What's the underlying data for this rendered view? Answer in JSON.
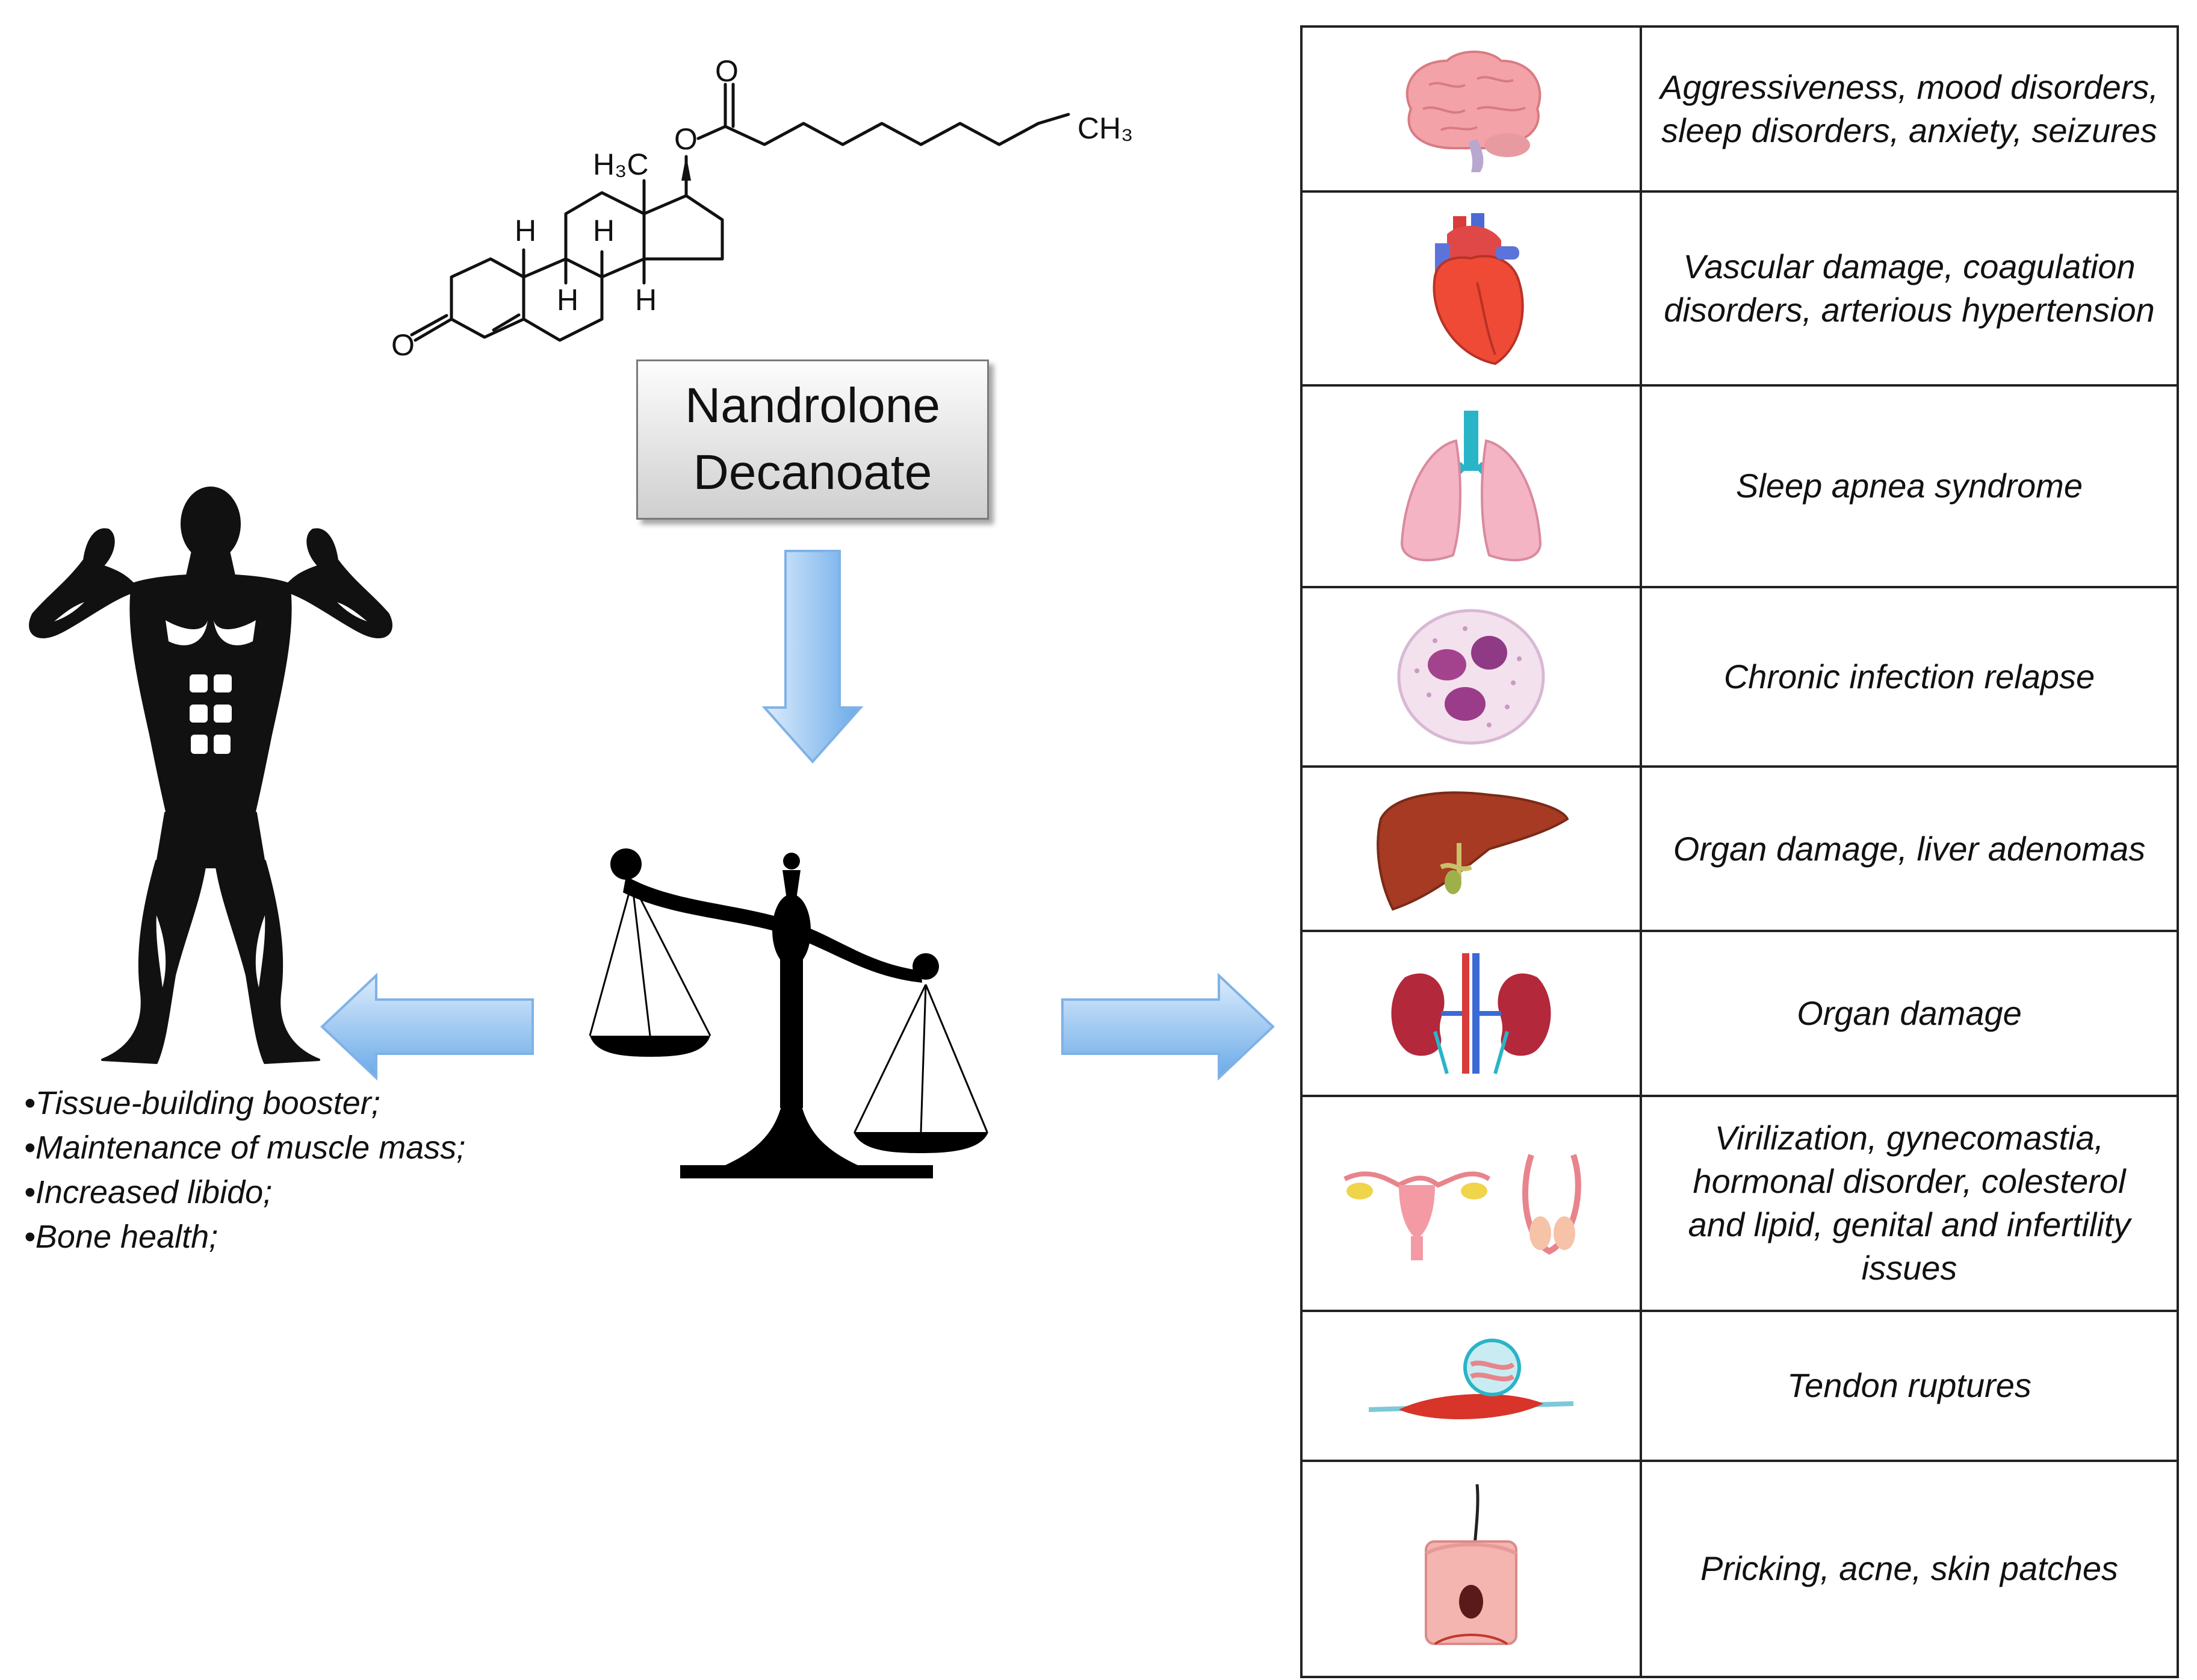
{
  "molecule": {
    "atoms": {
      "ketone_oxygen": "O",
      "carbonyl_oxygen": "O",
      "ester_oxygen": "O",
      "methyl_group": "H₃C",
      "terminal_group": "CH₃",
      "h1": "H",
      "h2": "H",
      "h3": "H",
      "h4": "H"
    }
  },
  "title": {
    "line1": "Nandrolone",
    "line2": "Decanoate"
  },
  "benefits": [
    "•Tissue-building booster;",
    "•Maintenance of muscle mass;",
    "•Increased libido;",
    "•Bone health;"
  ],
  "side_effects": [
    {
      "icon": "brain-icon",
      "text": "Aggressiveness, mood disorders, sleep disorders, anxiety, seizures"
    },
    {
      "icon": "heart-icon",
      "text": "Vascular damage, coagulation disorders, arterious hypertension"
    },
    {
      "icon": "lungs-icon",
      "text": "Sleep apnea syndrome"
    },
    {
      "icon": "white-blood-cell-icon",
      "text": "Chronic infection relapse"
    },
    {
      "icon": "liver-icon",
      "text": "Organ damage, liver adenomas"
    },
    {
      "icon": "kidneys-icon",
      "text": "Organ damage"
    },
    {
      "icon": "reproductive-organs-icon",
      "text": "Virilization, gynecomastia, hormonal disorder, colesterol and lipid, genital and infertility issues"
    },
    {
      "icon": "tendon-icon",
      "text": "Tendon ruptures"
    },
    {
      "icon": "skin-icon",
      "text": "Pricking, acne, skin patches"
    }
  ],
  "colors": {
    "arrow_light": "#dcecfc",
    "arrow_dark": "#6aaae8",
    "arrow_stroke": "#7fb2e6",
    "scale": "#000000"
  }
}
